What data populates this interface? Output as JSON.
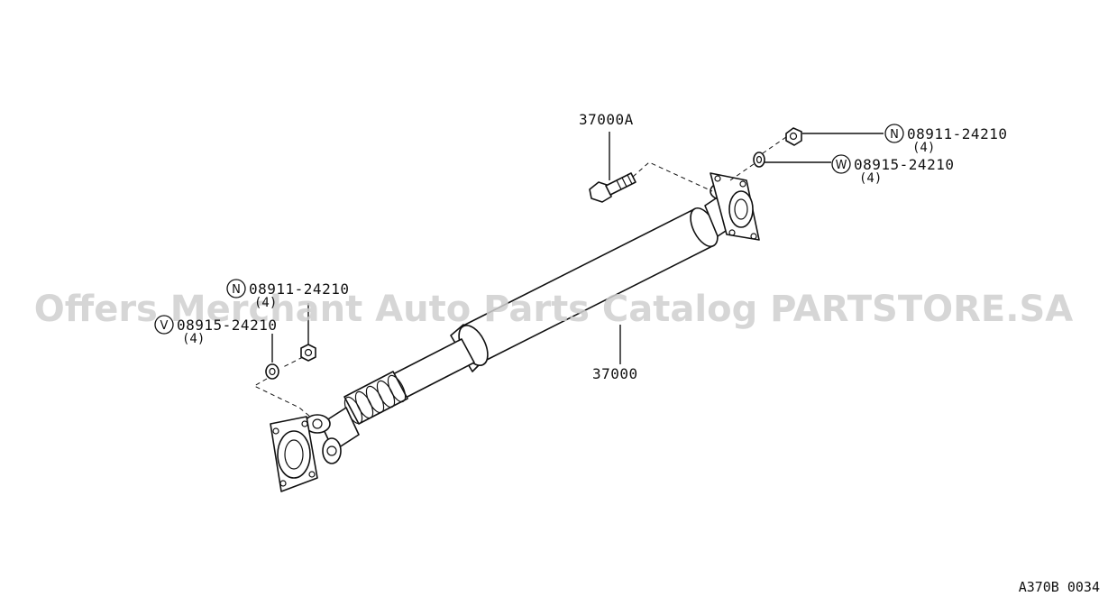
{
  "callouts": {
    "bolt": {
      "part_no": "37000A"
    },
    "shaft": {
      "part_no": "37000"
    },
    "rear_nut": {
      "badge": "N",
      "part_no": "08911-24210",
      "qty": "(4)"
    },
    "rear_washer": {
      "badge": "W",
      "part_no": "08915-24210",
      "qty": "(4)"
    },
    "front_nut": {
      "badge": "N",
      "part_no": "08911-24210",
      "qty": "(4)"
    },
    "front_washer": {
      "badge": "V",
      "part_no": "08915-24210",
      "qty": "(4)"
    }
  },
  "watermark": "Offers Merchant Auto Parts Catalog PARTSTORE.SA",
  "diagram_code": "A370B 0034",
  "colors": {
    "line": "#111111",
    "background": "#ffffff",
    "watermark": "#cfcfcf"
  }
}
